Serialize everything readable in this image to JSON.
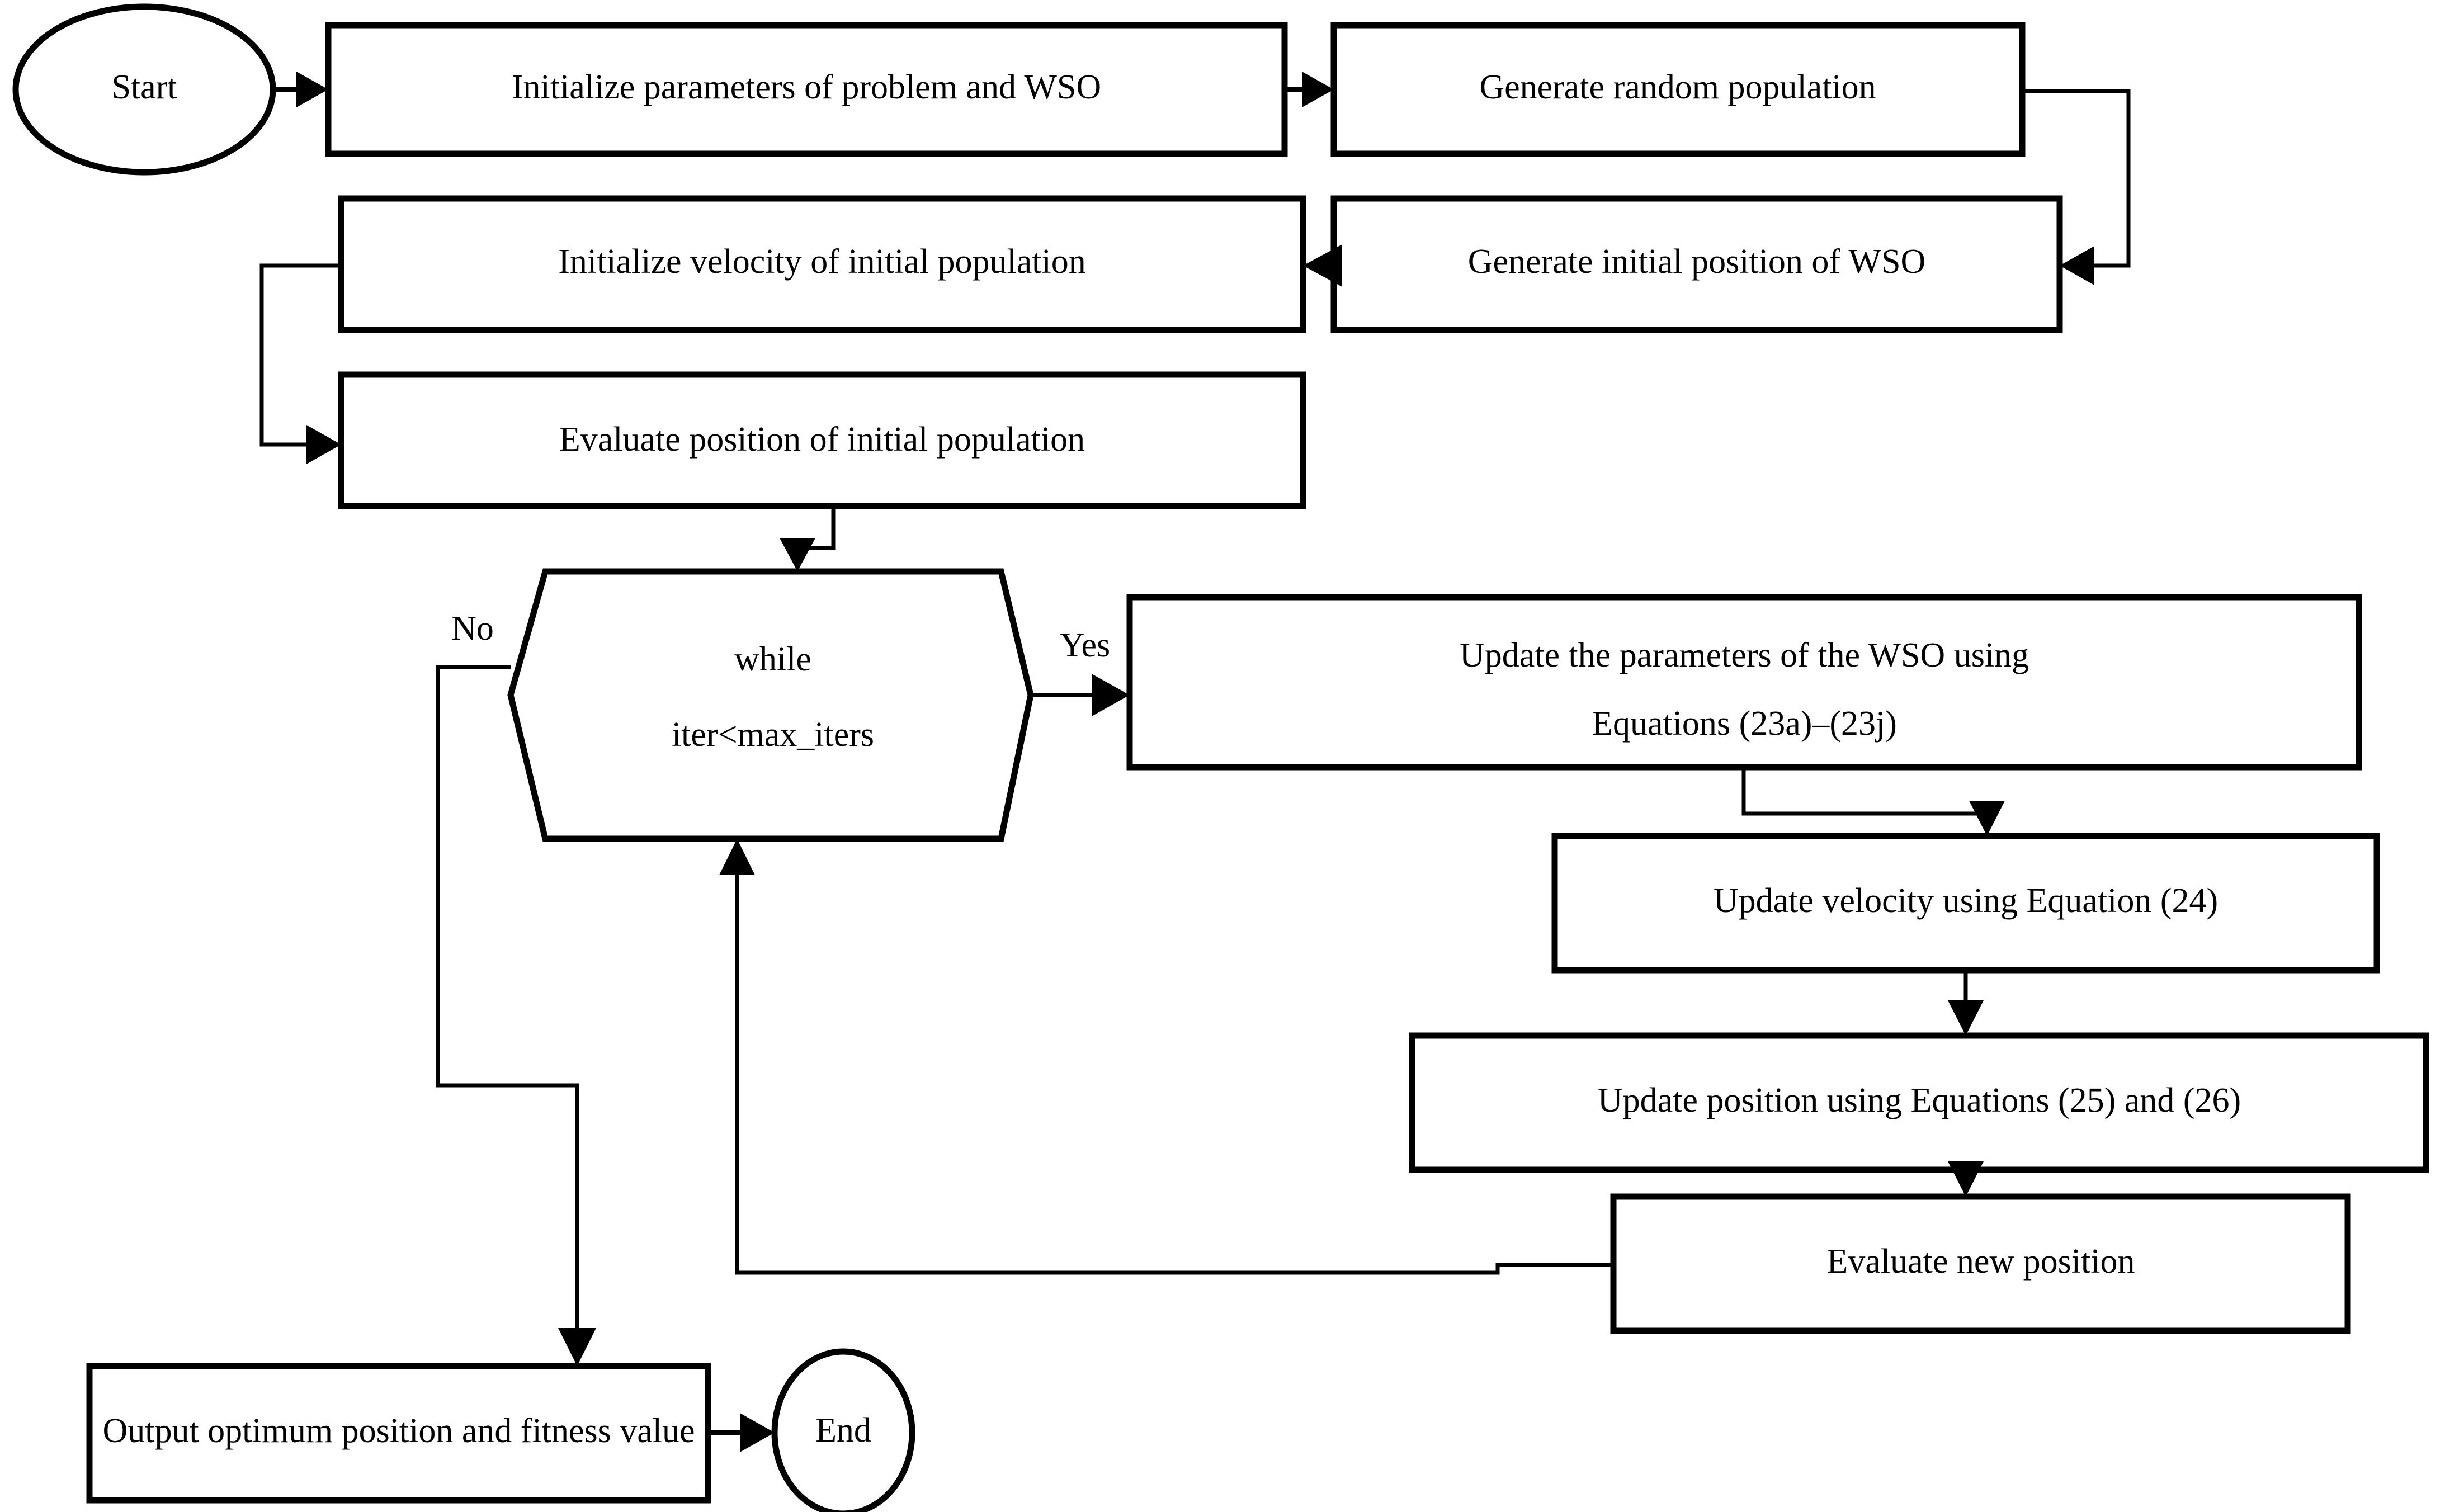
{
  "diagram": {
    "title": "WSO algorithm flowchart",
    "colors": {
      "stroke": "#000000",
      "fill": "#ffffff",
      "text": "#000000"
    },
    "nodes": {
      "start": {
        "label": "Start",
        "shape": "ellipse"
      },
      "init_params": {
        "label": "Initialize parameters of problem and WSO",
        "shape": "rectangle"
      },
      "gen_random_pop": {
        "label": "Generate random population",
        "shape": "rectangle"
      },
      "gen_init_pos": {
        "label": "Generate initial position of WSO",
        "shape": "rectangle"
      },
      "init_velocity": {
        "label": "Initialize velocity of initial population",
        "shape": "rectangle"
      },
      "eval_init_pos": {
        "label": "Evaluate position of initial population",
        "shape": "rectangle"
      },
      "while_cond_line1": {
        "label": "while",
        "shape": "hexagon"
      },
      "while_cond_line2": {
        "label": "iter<max_iters",
        "shape": "hexagon"
      },
      "update_params_line1": {
        "label": "Update the parameters of the WSO using",
        "shape": "rectangle"
      },
      "update_params_line2": {
        "label": "Equations (23a)–(23j)",
        "shape": "rectangle"
      },
      "update_velocity": {
        "label": "Update velocity using Equation (24)",
        "shape": "rectangle"
      },
      "update_position": {
        "label": "Update position using Equations (25) and (26)",
        "shape": "rectangle"
      },
      "eval_new_pos": {
        "label": "Evaluate new position",
        "shape": "rectangle"
      },
      "output_result": {
        "label": "Output optimum position and fitness value",
        "shape": "rectangle"
      },
      "end": {
        "label": "End",
        "shape": "ellipse"
      }
    },
    "edge_labels": {
      "no_branch": "No",
      "yes_branch": "Yes"
    }
  }
}
